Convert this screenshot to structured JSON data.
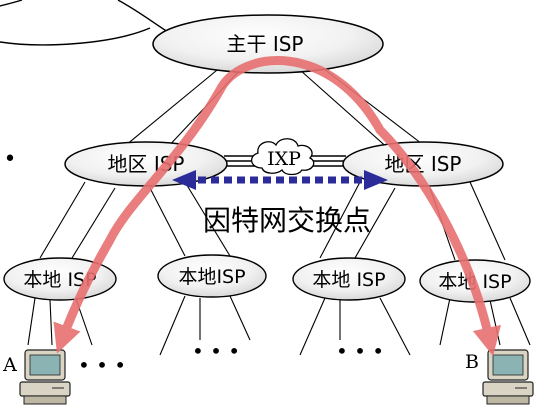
{
  "isp": {
    "backbone": "主干 ISP",
    "regional_left": "地区 ISP",
    "regional_right": "地区 ISP",
    "ixp": "IXP",
    "local": [
      "本地 ISP",
      "本地ISP",
      "本地 ISP",
      "本地 ISP"
    ]
  },
  "ixp_caption": "因特网交换点",
  "hosts": {
    "a": "A",
    "b": "B"
  },
  "ellipsis": [
    "• • •",
    "• • •",
    "• • •"
  ],
  "bullet": "•",
  "colors": {
    "route": "#e87070",
    "ixp_arrow": "#2b2b9a",
    "node_fill": "#e6e6e6"
  }
}
